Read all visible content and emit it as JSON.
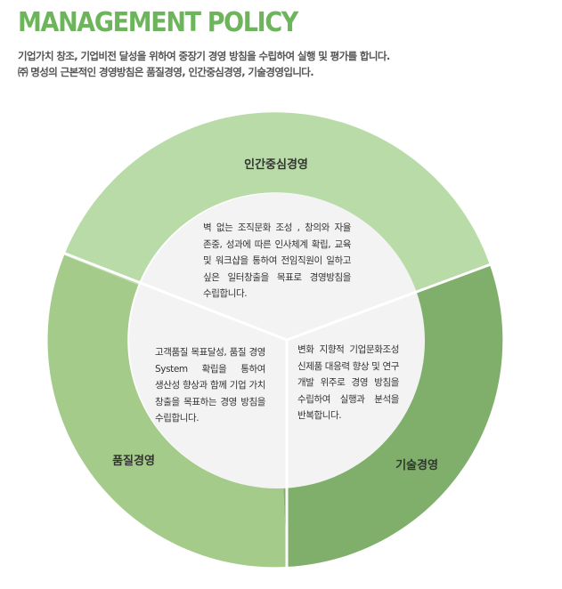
{
  "header": {
    "title": "MANAGEMENT POLICY",
    "intro_line1": "기업가치 창조, 기업비전 달성을 위하여 중장기 경영 방침을 수립하여 실행 및 평가를 합니다.",
    "intro_line2": "㈜ 명성의 근본적인 경영방침은 품질경영, 인간중심경영, 기술경영입니다."
  },
  "diagram": {
    "segments": [
      {
        "label": "인간중심경영",
        "description": "벽 없는 조직문화 조성 , 창의와 자율 존중, 성과에 따른 인사체계 확립, 교육 및 워크샵을 통하여 전임직원이 일하고 싶은 일터창출을 목표로 경영방침을 수립합니다."
      },
      {
        "label": "품질경영",
        "description": "고객품질 목표달성, 품질 경영 System 확립을 통하여 생산성 향상과 함께 기업 가치 창출을 목표하는 경영 방침을 수립합니다."
      },
      {
        "label": "기술경영",
        "description": "변화 지향적 기업문화조성 신제품 대응력 향상 및 연구 개발 위주로 경영 방침을 수립하여 실행과 분석을 반복합니다."
      }
    ]
  },
  "colors": {
    "title": "#6db55a",
    "human_ring": "#b9dba7",
    "quality_ring": "#a5cb8b",
    "tech_ring": "#7faf6b",
    "inner_circle": "#f3f3f3",
    "divider": "#ffffff"
  }
}
